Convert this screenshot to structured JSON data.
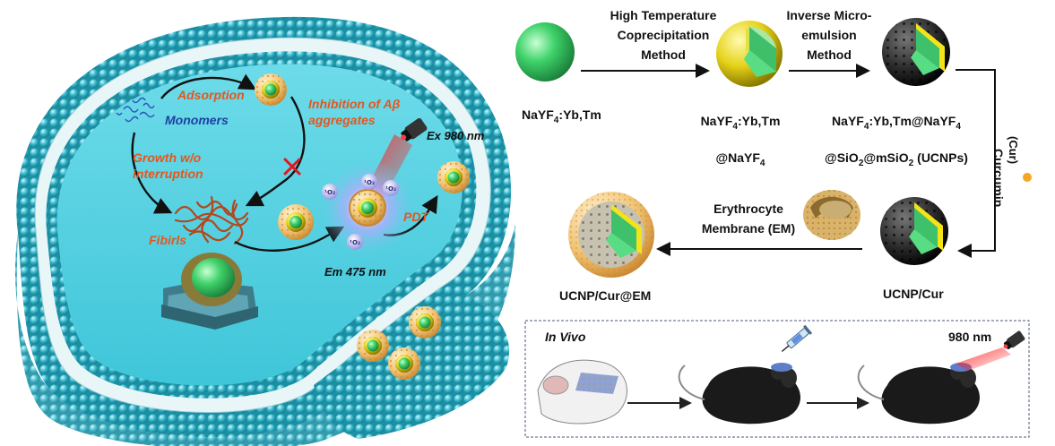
{
  "cell": {
    "adsorption": "Adsorption",
    "monomers": "Monomers",
    "inhibition_line1": "Inhibition of Aβ",
    "inhibition_line2": "aggregates",
    "growth_line1": "Growth w/o",
    "growth_line2": "interruption",
    "fibrils": "Fibirls",
    "ex": "Ex 980 nm",
    "em": "Em 475 nm",
    "pdt": "PDT",
    "ros": "¹O₂"
  },
  "synthesis": {
    "step1_line1": "High Temperature",
    "step1_line2": "Coprecipitation",
    "step1_line3": "Method",
    "step2_line1": "Inverse Micro-",
    "step2_line2": "emulsion",
    "step2_line3": "Method",
    "product1": "NaYF",
    "product1_sub": "4",
    "product1_tail": ":Yb,Tm",
    "product2_line1_a": "NaYF",
    "product2_line1_sub": "4",
    "product2_line1_b": ":Yb,Tm",
    "product2_line2_a": "@NaYF",
    "product2_line2_sub": "4",
    "product3_line1_a": "NaYF",
    "product3_line1_sub": "4",
    "product3_line1_b": ":Yb,Tm@NaYF",
    "product3_line1_sub2": "4",
    "product3_line2_a": "@SiO",
    "product3_line2_sub": "2",
    "product3_line2_b": "@mSiO",
    "product3_line2_sub2": "2",
    "product3_line2_c": " (UCNPs)",
    "curcumin": "Curcumin",
    "cur_abbrev": "(Cur)",
    "ucnp_cur": "UCNP/Cur",
    "em_line1": "Erythrocyte",
    "em_line2": "Membrane (EM)",
    "ucnp_cur_em": "UCNP/Cur@EM"
  },
  "invivo": {
    "title": "In Vivo",
    "wavelength": "980 nm"
  },
  "colors": {
    "membrane_head": "#33b7cc",
    "cell_interior": "#5fd3e4",
    "core_green": "#3fd26a",
    "shell_yellow": "#f4e318",
    "shell_dark": "#2a2a2a",
    "coating_orange": "#f2c474",
    "arrow": "#111111",
    "text_orange": "#e4571e",
    "text_blue": "#1f3fa3",
    "red_x": "#e8141b"
  }
}
